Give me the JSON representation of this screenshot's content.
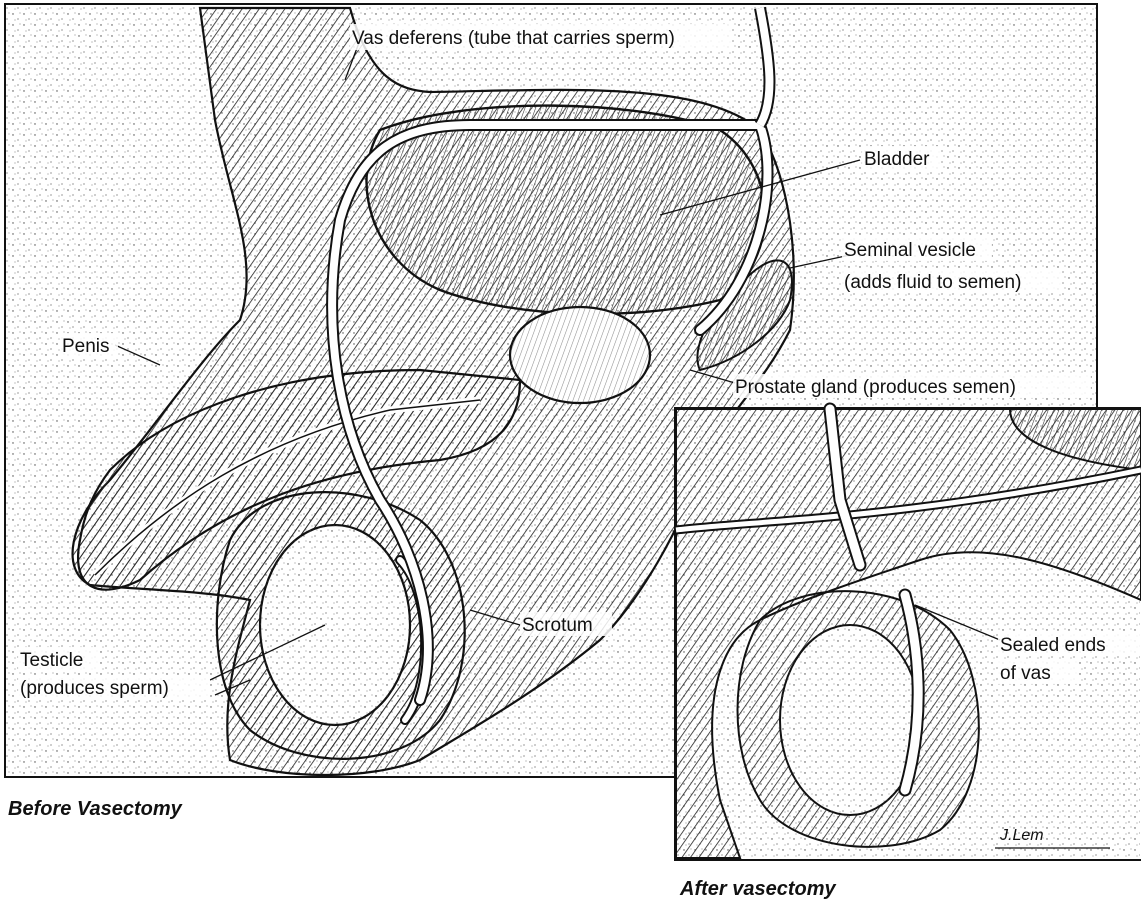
{
  "labels": {
    "vas_deferens": "Vas deferens (tube that carries sperm)",
    "bladder": "Bladder",
    "seminal_vesicle_1": "Seminal vesicle",
    "seminal_vesicle_2": "(adds fluid to semen)",
    "penis": "Penis",
    "prostate": "Prostate gland (produces semen)",
    "scrotum": "Scrotum",
    "testicle_1": "Testicle",
    "testicle_2": "(produces sperm)",
    "sealed_1": "Sealed ends",
    "sealed_2": "of vas"
  },
  "captions": {
    "before": "Before Vasectomy",
    "after": "After vasectomy"
  },
  "signature": "J.Lem"
}
